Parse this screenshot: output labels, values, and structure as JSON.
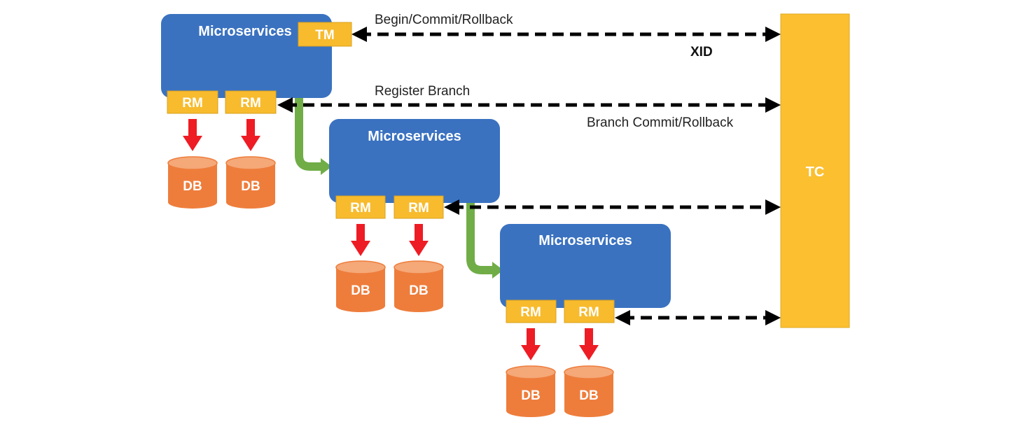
{
  "colors": {
    "service_fill": "#3a72c0",
    "tag_fill": "#f7bb2d",
    "db_fill": "#ee7d3c",
    "db_top": "#f5a878",
    "down_arrow": "#ee1c24",
    "flow_arrow": "#70ad47",
    "tc_fill": "#fbbf30",
    "dashed_line": "#000000"
  },
  "services": [
    {
      "title": "Microservices",
      "tm": "TM",
      "rms": [
        "RM",
        "RM"
      ],
      "dbs": [
        "DB",
        "DB"
      ]
    },
    {
      "title": "Microservices",
      "rms": [
        "RM",
        "RM"
      ],
      "dbs": [
        "DB",
        "DB"
      ]
    },
    {
      "title": "Microservices",
      "rms": [
        "RM",
        "RM"
      ],
      "dbs": [
        "DB",
        "DB"
      ]
    }
  ],
  "tc": {
    "label": "TC"
  },
  "messages": {
    "begin_commit_rollback": "Begin/Commit/Rollback",
    "xid": "XID",
    "register_branch": "Register Branch",
    "branch_commit_rollback": "Branch Commit/Rollback"
  }
}
